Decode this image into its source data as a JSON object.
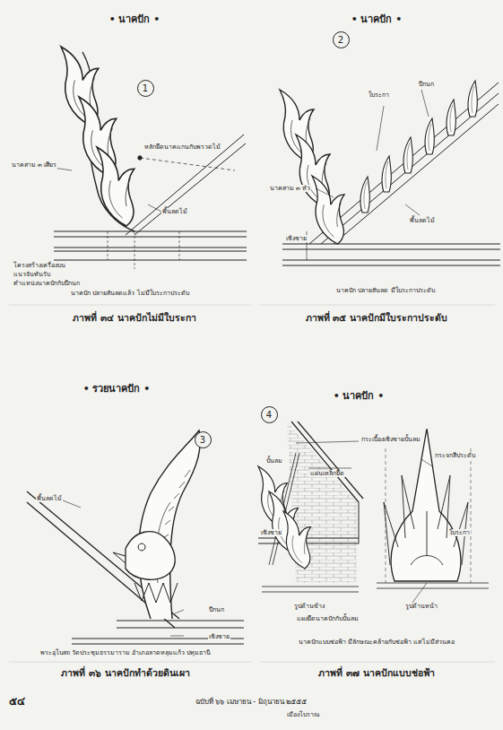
{
  "diagram": {
    "nodes": [
      {
        "text": [
          "1"
        ]
      },
      {
        "text": [
          "2"
        ]
      },
      {
        "text": [
          "3"
        ]
      },
      {
        "text": [
          "4"
        ]
      }
    ],
    "labels": [
      "• นาคปัก •",
      "• นาคปัก •",
      "• รวยนาคปัก •",
      "• นาคปัก •",
      "ภาพที่ ๓๔ นาคปักไม่มีใบระกา",
      "ภาพที่ ๓๕ นาคปักมีใบระกาประดับ",
      "ภาพที่ ๓๖ นาคปักทำด้วยดินเผา",
      "ภาพที่ ๓๗ นาคปักแบบช่อฟ้า",
      "๕๔",
      "ฉบับที่ ๖๖ เมษายน - มิถุนายน ๒๕๕๕",
      "เมืองโบราณ",
      "นาคสาม ๓ เศียร",
      "หลักยึดนาคแกนกับพรวดไม้",
      "พื้นลดไม้",
      "โครงสร้างเครื่องบน",
      "แนวจันทันรับ",
      "ตำแหน่งนาคปักกับปีกนก",
      "นาคปัก ปลายสันลดแล้ว ไม่มีใบระกาประดับ",
      "ใบระกา",
      "ปีกนก",
      "นาคสาม ๓ หัว",
      "พื้นลดไม้",
      "เชิงชาย",
      "นาคปัก ปลายสันลด มีใบระกาประดับ",
      "พื้นลดไม้",
      "ปีกนก",
      "เชิงชาย",
      "พระอุโบสถ วัดประชุมธรรมาราม อำเภอลาดหลุมแก้ว ปทุมธานี",
      "กระเบื้องเชิงชายปั้นลม",
      "ปั้นลม",
      "แผ่นเหล็กยึด",
      "เชิงชาย",
      "รูปด้านข้าง",
      "รูปด้านหน้า",
      "กระจกสีประดับ",
      "ใบระกา",
      "แผงยึดนาคปักกับปั้นลม",
      "นาคปักแบบช่อฟ้า มีลักษณะคล้ายกับช่อฟ้า แต่ไม่มีส่วนคอ"
    ]
  }
}
